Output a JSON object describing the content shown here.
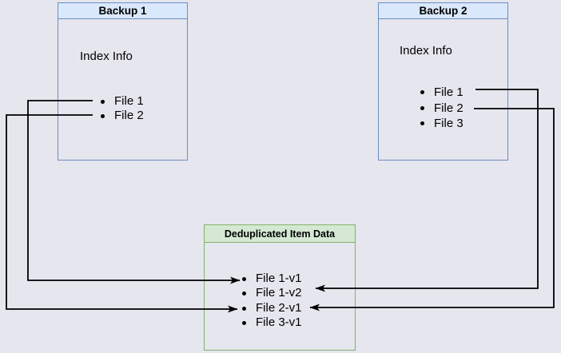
{
  "diagram": {
    "background_color": "#e6e6ef",
    "colors": {
      "backup_box_border": "#6c8ebf",
      "backup_box_header_fill": "#dae8fc",
      "dedup_box_border": "#82b366",
      "dedup_box_header_fill": "#d5e8d4",
      "arrow_line": "#000000",
      "text": "#000000"
    }
  },
  "boxes": {
    "backup1": {
      "title": "Backup 1",
      "index_label": "Index Info",
      "files": [
        "File 1",
        "File 2"
      ]
    },
    "backup2": {
      "title": "Backup 2",
      "index_label": "Index Info",
      "files": [
        "File 1",
        "File 2",
        "File 3"
      ]
    },
    "dedup": {
      "title": "Deduplicated Item Data",
      "items": [
        "File 1-v1",
        "File 1-v2",
        "File 2-v1",
        "File 3-v1"
      ]
    }
  },
  "connections": [
    {
      "from": "Backup 1 / File 1",
      "to": "File 1-v1",
      "label": "Backup 1 File 1 to File 1-v1"
    },
    {
      "from": "Backup 1 / File 2",
      "to": "File 2-v1",
      "label": "Backup 1 File 2 to File 2-v1"
    },
    {
      "from": "Backup 2 / File 1",
      "to": "File 1-v2",
      "label": "Backup 2 File 1 to File 1-v2"
    },
    {
      "from": "Backup 2 / File 2",
      "to": "File 2-v1",
      "label": "Backup 2 File 2 to File 2-v1"
    }
  ]
}
